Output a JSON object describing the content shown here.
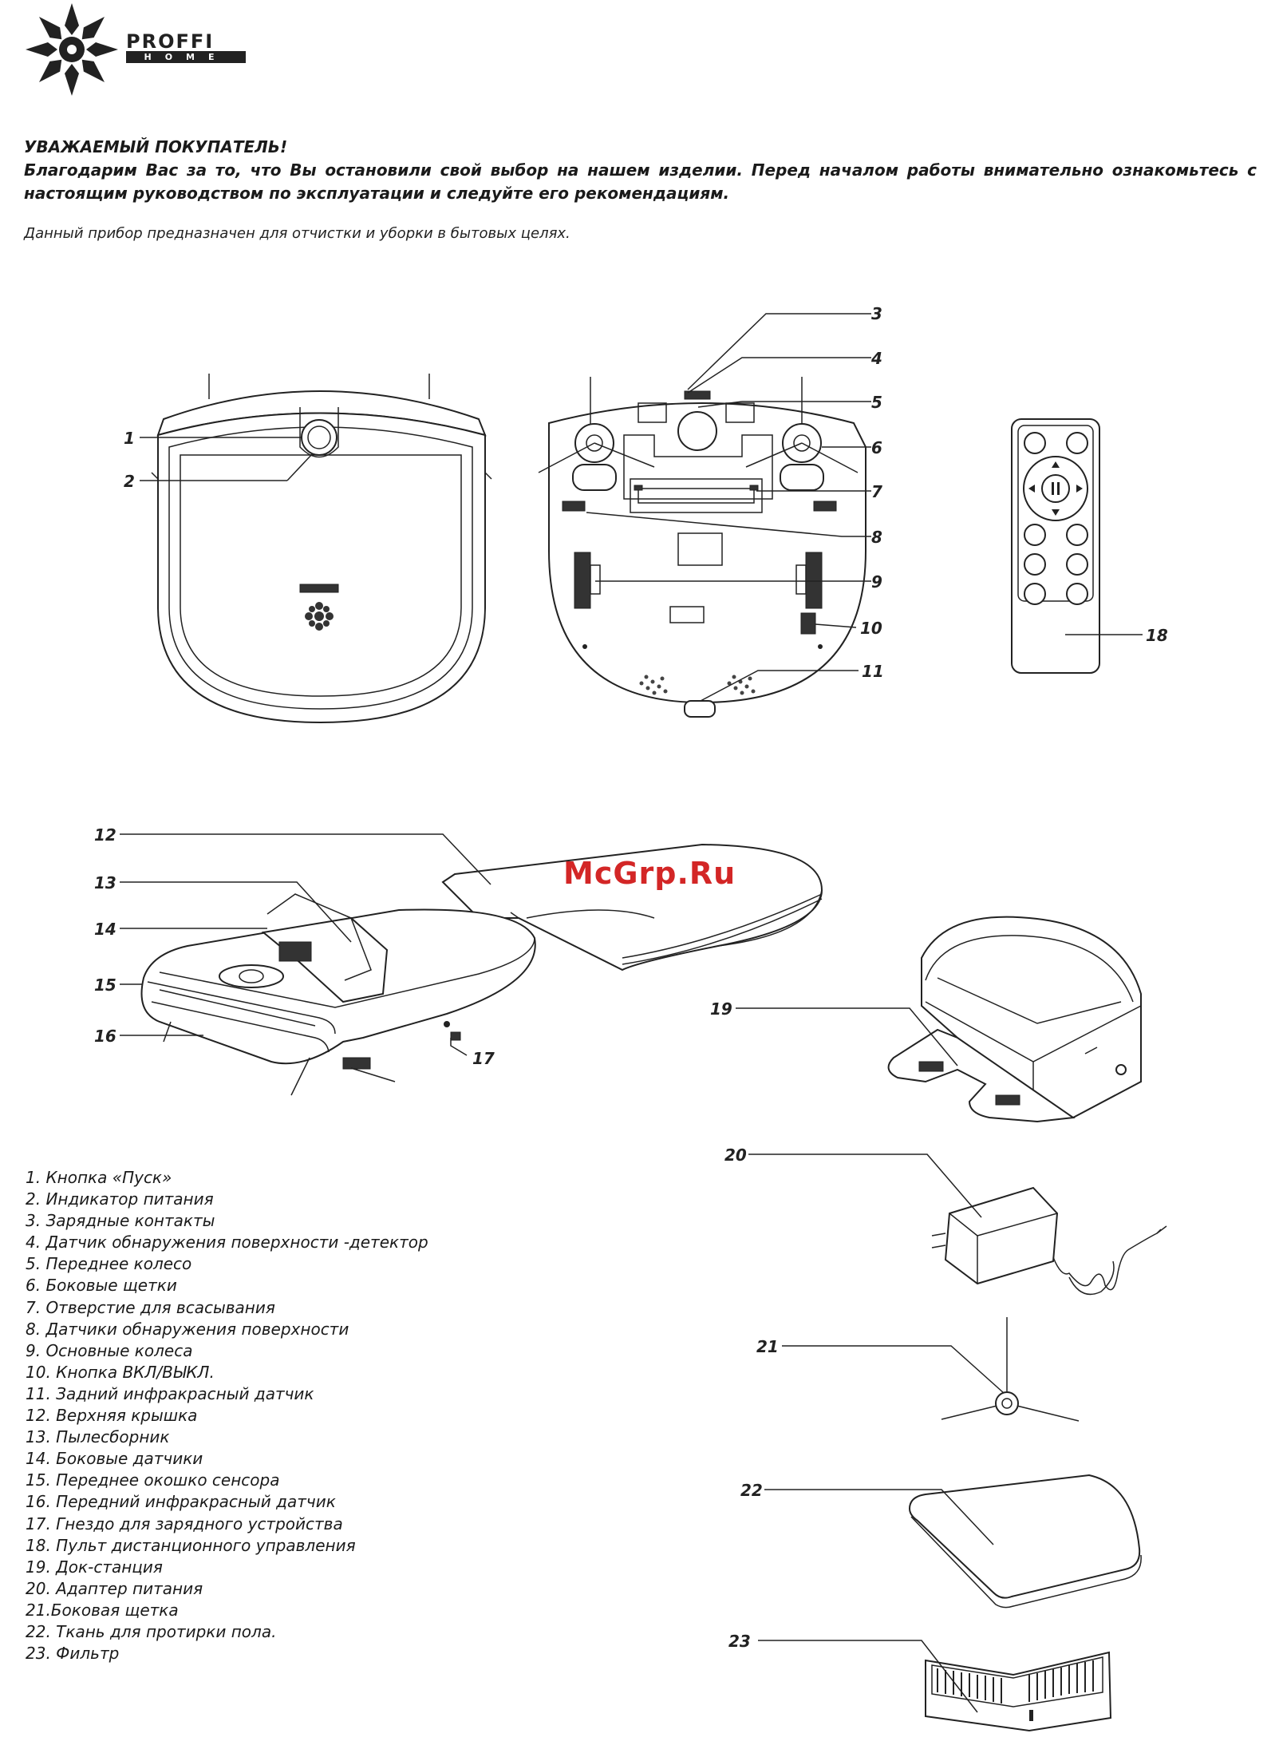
{
  "header": {
    "brand_name": "PROFFI",
    "brand_sub": "HOME"
  },
  "intro": {
    "greeting": "УВАЖАЕМЫЙ ПОКУПАТЕЛЬ!",
    "thanks": "Благодарим Вас за то, что Вы остановили свой выбор на нашем изделии. Перед началом работы внимательно ознакомьтесь с настоящим руководством по эксплуатации и следуйте его рекомендациям.",
    "purpose": "Данный прибор предназначен для отчистки и уборки в бытовых целях."
  },
  "callouts": [
    "1",
    "2",
    "3",
    "4",
    "5",
    "6",
    "7",
    "8",
    "9",
    "10",
    "11",
    "12",
    "13",
    "14",
    "15",
    "16",
    "17",
    "18",
    "19",
    "20",
    "21",
    "22",
    "23"
  ],
  "watermark": "McGrp.Ru",
  "parts": [
    "1. Кнопка «Пуск»",
    "2. Индикатор питания",
    "3. Зарядные контакты",
    "4. Датчик обнаружения поверхности -детектор",
    "5. Переднее колесо",
    "6. Боковые щетки",
    "7. Отверстие для всасывания",
    "8. Датчики обнаружения поверхности",
    "9. Основные колеса",
    "10. Кнопка ВКЛ/ВЫКЛ.",
    "11. Задний инфракрасный датчик",
    "12. Верхняя крышка",
    "13. Пылесборник",
    "14. Боковые датчики",
    "15. Переднее окошко сенсора",
    "16. Передний инфракрасный датчик",
    "17. Гнездо для зарядного устройства",
    "18. Пульт дистанционного управления",
    "19. Док-станция",
    "20. Адаптер питания",
    "21.Боковая щетка",
    "22. Ткань  для протирки пола.",
    "23. Фильтр"
  ],
  "colors": {
    "ink": "#222222",
    "watermark": "#d32626"
  }
}
